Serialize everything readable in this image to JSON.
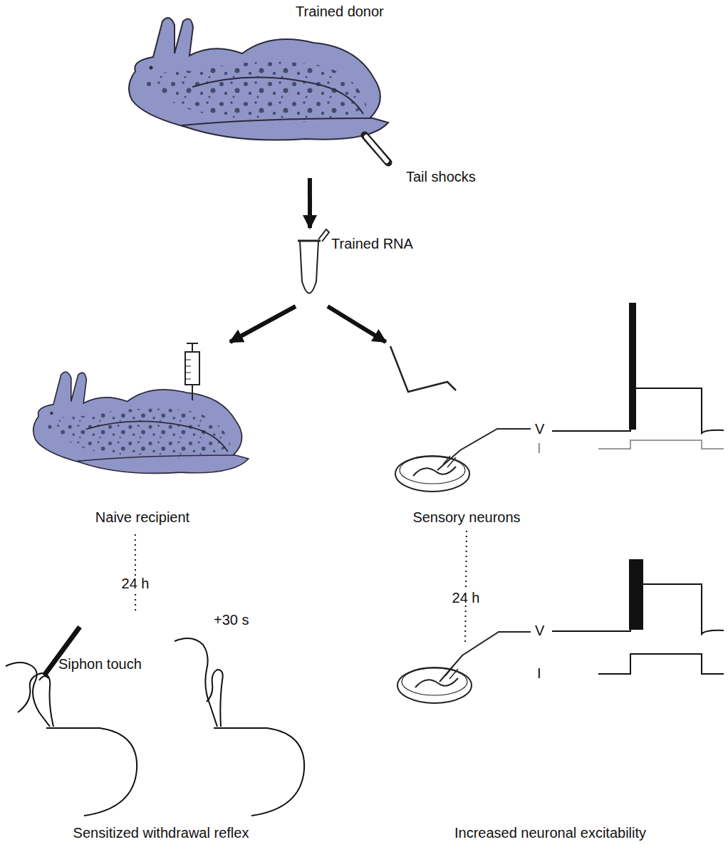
{
  "diagram": {
    "nodes": [
      {
        "text": [
          "Trained donor"
        ]
      },
      {
        "text": [
          "Trained RNA"
        ]
      },
      {
        "text": [
          "Naive recipient"
        ]
      },
      {
        "text": [
          "Sensory neurons"
        ]
      },
      {
        "text": [
          "Sensitized withdrawal reflex"
        ]
      },
      {
        "text": [
          "Increased neuronal excitability"
        ]
      }
    ],
    "edges": [
      {
        "from": 0,
        "to": 1,
        "arrow": "to"
      },
      {
        "from": 1,
        "to": 2,
        "arrow": "to"
      },
      {
        "from": 1,
        "to": 3,
        "arrow": "to"
      },
      {
        "from": 2,
        "to": 4,
        "label": "24 h",
        "arrow": "none"
      },
      {
        "from": 3,
        "to": 5,
        "label": "24 h",
        "arrow": "none"
      }
    ],
    "labels": [
      "Tail shocks",
      "Siphon touch",
      "+30 s",
      "V",
      "I",
      "V",
      "I"
    ]
  }
}
